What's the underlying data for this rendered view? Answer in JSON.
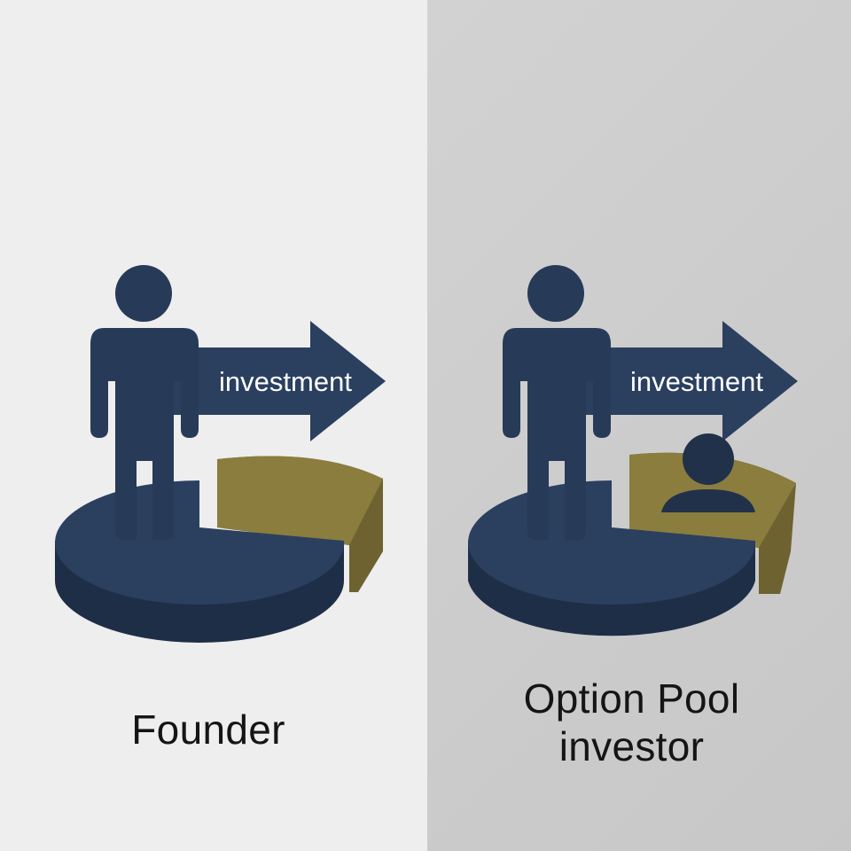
{
  "colors": {
    "navy": "#2b3f5f",
    "navy_dark": "#1f2e47",
    "gold": "#8a7d3d",
    "gold_dark": "#6e6230",
    "bg_left": "#eeeeee",
    "bg_right": "#cccccc"
  },
  "left_panel": {
    "arrow_label": "investment",
    "caption": "Founder",
    "icons": [
      "person-icon",
      "investment-arrow-icon",
      "pie-chart-icon"
    ]
  },
  "right_panel": {
    "arrow_label": "investment",
    "caption_line1": "Option Pool",
    "caption_line2": "investor",
    "icons": [
      "person-icon",
      "investment-arrow-icon",
      "pie-chart-icon",
      "small-person-icon"
    ]
  }
}
